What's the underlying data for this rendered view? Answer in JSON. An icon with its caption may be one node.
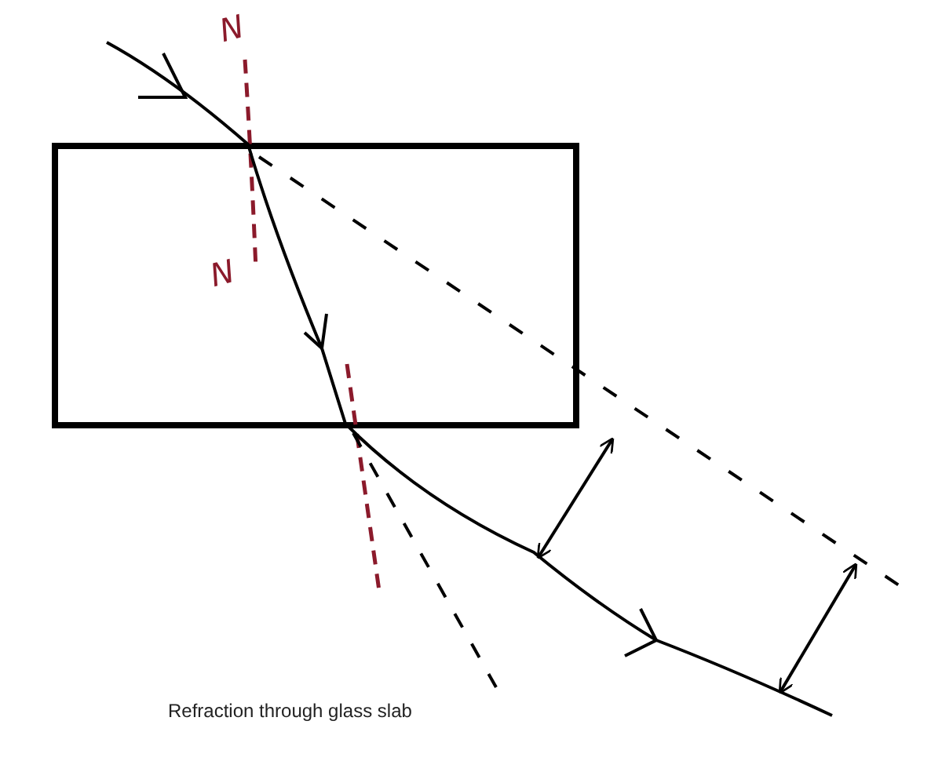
{
  "diagram": {
    "caption": "Refraction through glass slab",
    "labels": [
      "N",
      "N"
    ]
  }
}
